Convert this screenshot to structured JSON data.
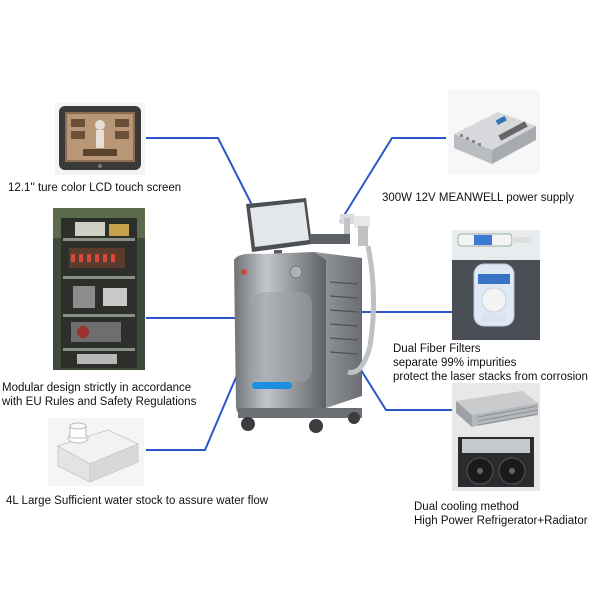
{
  "callouts": {
    "lcd": {
      "text": "12.1'' ture color LCD touch screen"
    },
    "power": {
      "text": "300W 12V MEANWELL  power supply"
    },
    "modular": {
      "line1": "Modular design strictly in accordance",
      "line2": "with  EU Rules and Safety Regulations"
    },
    "filters": {
      "line1": "Dual Fiber Filters",
      "line2": "separate 99% impurities",
      "line3": "protect the laser stacks from corrosion"
    },
    "water": {
      "text": "4L Large Sufficient water stock to assure water flow"
    },
    "cooling": {
      "line1": "Dual cooling method",
      "line2": "High Power Refrigerator+Radiator"
    }
  },
  "colors": {
    "connector": "#2d56c9",
    "machine_body": "#8c8f94",
    "accent_blue": "#1e8fe0"
  }
}
